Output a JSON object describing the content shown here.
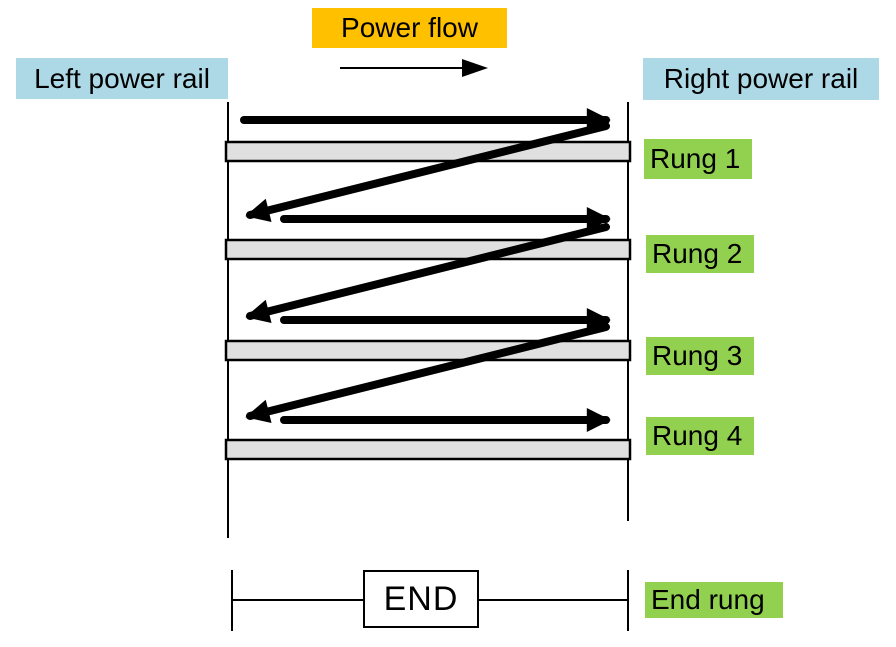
{
  "labels": {
    "power_flow": "Power flow",
    "left_rail": "Left power rail",
    "right_rail": "Right power rail",
    "rungs": [
      "Rung 1",
      "Rung 2",
      "Rung 3",
      "Rung 4"
    ],
    "end_rung": "End rung",
    "end_box": "END"
  },
  "colors": {
    "power-flow-bg": "#FFC000",
    "rail-label-bg": "#ADD8E6",
    "rung-label-bg": "#92D050",
    "rung-bar-fill": "#E0E0E0",
    "line-color": "#000000"
  },
  "diagram": {
    "type": "ladder-logic-power-flow",
    "rung_count": 4,
    "flow_direction": "left-to-right, top rung to bottom rung (zigzag)"
  }
}
